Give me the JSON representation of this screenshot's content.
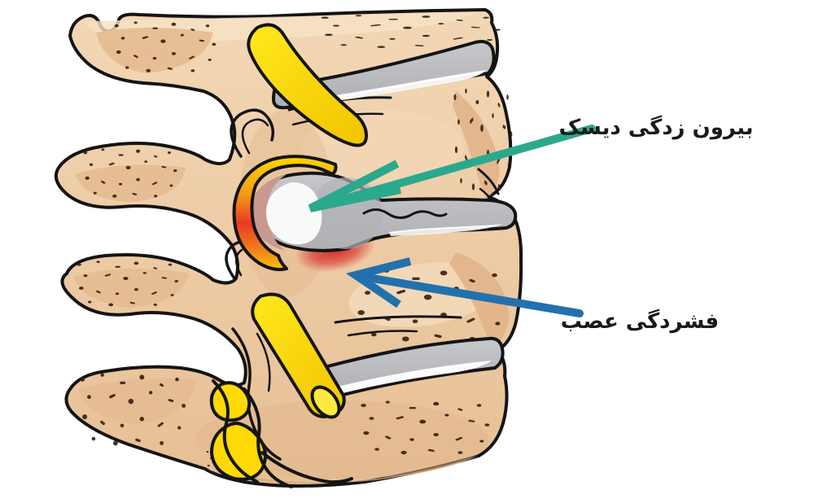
{
  "figure": {
    "type": "medical-illustration",
    "subject": "Side view of the lumbar spine showing a herniated (protruded) intervertebral disc compressing a spinal nerve root",
    "background": "#ffffff"
  },
  "annotations": {
    "disc_herniation": {
      "label": "بیرون زدگی دیسک",
      "arrow_color": "#2BA98D"
    },
    "nerve_compression": {
      "label": "فشردگی عصب",
      "arrow_color": "#2171AE"
    }
  },
  "colors": {
    "label_text": "#1a1a1a",
    "outline": "#141414",
    "bone_light": "#F5DDBF",
    "bone_base": "#EDC9A3",
    "bone_shadow": "#DDAF85",
    "speckle": "#33200E",
    "disc_gray": "#BDBEC2",
    "disc_gray_dark": "#AAABB0",
    "disc_highlight": "#FFFFFF",
    "herniation_gray": "#CBCACE",
    "herniation_highlight": "#FAF9FA",
    "inflamed_ring": "#C9988F",
    "inflammation_red": "#D6201F",
    "nerve_orange": "#F28C1E",
    "nerve_yellow": "#FFD903",
    "nerve_yellow_light": "#FFE93E",
    "teal_arrow": "#2BA98D",
    "blue_arrow": "#2171AE"
  }
}
